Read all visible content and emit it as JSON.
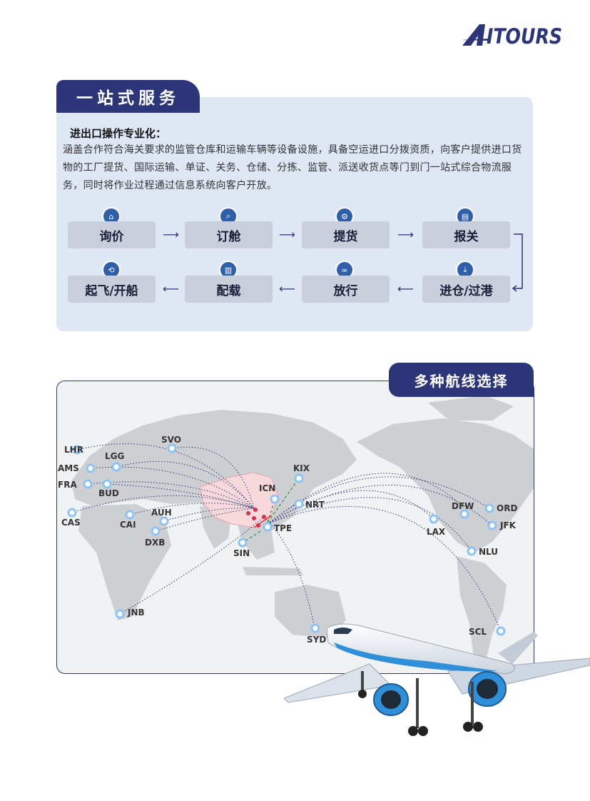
{
  "brand": {
    "logo_text": "AITOURS"
  },
  "service": {
    "tab_title": "一站式服务",
    "subheading": "进出口操作专业化：",
    "description": "涵盖合作符合海关要求的监管仓库和运输车辆等设备设施，具备空运进口分拨资质，向客户提供进口货物的工厂提货、国际运输、单证、关务、仓储、分拣、监管、派送收货点等门到门一站式综合物流服务，同时将作业过程通过信息系统向客户开放。",
    "steps": [
      {
        "label": "询价",
        "icon": "home-icon"
      },
      {
        "label": "订舱",
        "icon": "search-icon"
      },
      {
        "label": "提货",
        "icon": "gears-icon"
      },
      {
        "label": "报关",
        "icon": "document-icon"
      },
      {
        "label": "进仓/过港",
        "icon": "download-icon"
      },
      {
        "label": "放行",
        "icon": "voicemail-icon"
      },
      {
        "label": "配载",
        "icon": "map-icon"
      },
      {
        "label": "起飞/开船",
        "icon": "repeat-icon"
      }
    ]
  },
  "routes": {
    "tab_title": "多种航线选择",
    "airports": [
      "LHR",
      "LGG",
      "SVO",
      "AMS",
      "FRA",
      "BUD",
      "CAS",
      "CAI",
      "AUH",
      "DXB",
      "SIN",
      "ICN",
      "KIX",
      "NRT",
      "TPE",
      "SYD",
      "JNB",
      "DFW",
      "ORD",
      "LAX",
      "JFK",
      "NLU",
      "SCL"
    ]
  },
  "colors": {
    "navy": "#2c3577",
    "panel": "#dfe7f5",
    "land": "#cdcfd3",
    "china": "#f7d9dc"
  }
}
